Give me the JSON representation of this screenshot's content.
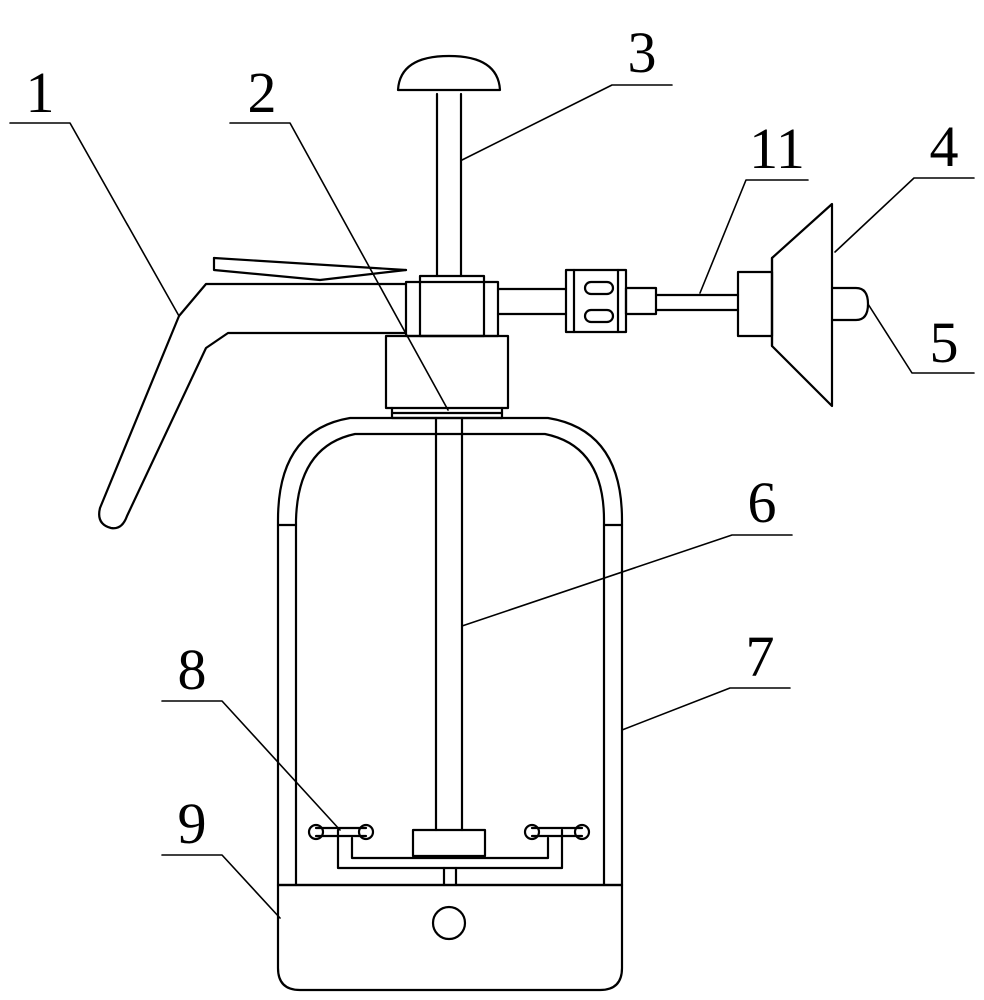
{
  "diagram": {
    "labels": [
      {
        "id": "1",
        "text": "1"
      },
      {
        "id": "2",
        "text": "2"
      },
      {
        "id": "3",
        "text": "3"
      },
      {
        "id": "4",
        "text": "4"
      },
      {
        "id": "5",
        "text": "5"
      },
      {
        "id": "6",
        "text": "6"
      },
      {
        "id": "7",
        "text": "7"
      },
      {
        "id": "8",
        "text": "8"
      },
      {
        "id": "9",
        "text": "9"
      },
      {
        "id": "11",
        "text": "11"
      }
    ],
    "colors": {
      "line": "#000000",
      "background": "#ffffff"
    }
  }
}
